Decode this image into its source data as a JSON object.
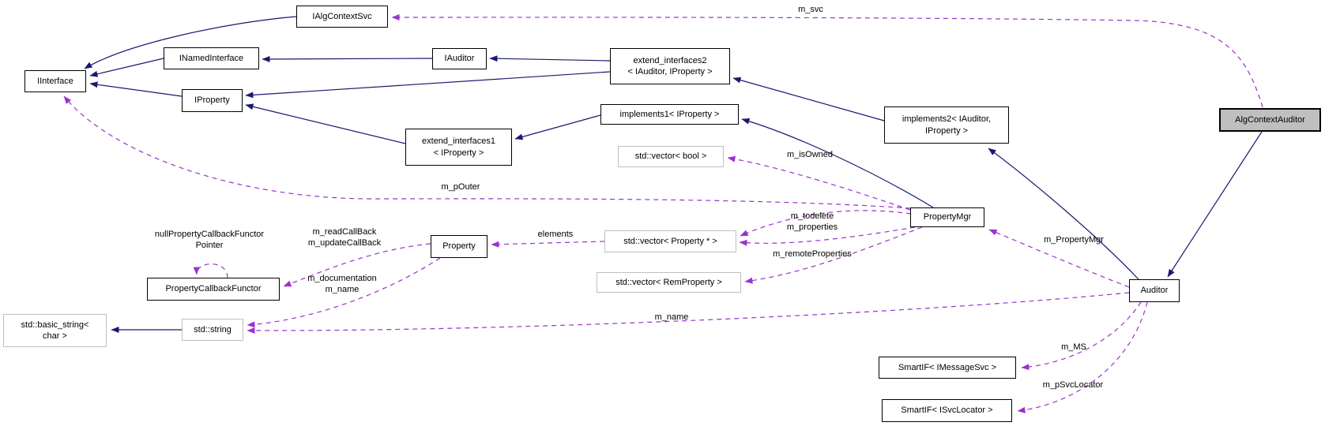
{
  "diagram": {
    "type": "class-collaboration-graph",
    "selected_class": "AlgContextAuditor",
    "colors": {
      "inheritance_edge": "#191970",
      "usage_edge": "#9a32cd",
      "node_border": "#000000",
      "external_node_border": "#bfbfbf",
      "selected_node_fill": "#bfbfbf",
      "node_fill": "#ffffff",
      "background": "#ffffff"
    },
    "nodes": [
      {
        "id": "iinterface",
        "label": "IInterface",
        "kind": "class"
      },
      {
        "id": "inamedinterface",
        "label": "INamedInterface",
        "kind": "class"
      },
      {
        "id": "ialgcontextsvc",
        "label": "IAlgContextSvc",
        "kind": "class"
      },
      {
        "id": "iauditor",
        "label": "IAuditor",
        "kind": "class"
      },
      {
        "id": "iproperty",
        "label": "IProperty",
        "kind": "class"
      },
      {
        "id": "extend-interfaces2",
        "label": "extend_interfaces2\n< IAuditor, IProperty >",
        "kind": "class"
      },
      {
        "id": "implements1",
        "label": "implements1< IProperty >",
        "kind": "class"
      },
      {
        "id": "extend-interfaces1",
        "label": "extend_interfaces1\n< IProperty >",
        "kind": "class"
      },
      {
        "id": "vector-bool",
        "label": "std::vector< bool >",
        "kind": "external"
      },
      {
        "id": "implements2",
        "label": "implements2< IAuditor,\nIProperty >",
        "kind": "class"
      },
      {
        "id": "algcontextauditor",
        "label": "AlgContextAuditor",
        "kind": "selected"
      },
      {
        "id": "propertymgr",
        "label": "PropertyMgr",
        "kind": "class"
      },
      {
        "id": "property",
        "label": "Property",
        "kind": "class"
      },
      {
        "id": "vector-property-ptr",
        "label": "std::vector< Property * >",
        "kind": "external"
      },
      {
        "id": "vector-remproperty",
        "label": "std::vector< RemProperty >",
        "kind": "external"
      },
      {
        "id": "propertycallbackfunctor",
        "label": "PropertyCallbackFunctor",
        "kind": "class"
      },
      {
        "id": "basic-string",
        "label": "std::basic_string<\nchar >",
        "kind": "external"
      },
      {
        "id": "std-string",
        "label": "std::string",
        "kind": "external"
      },
      {
        "id": "auditor",
        "label": "Auditor",
        "kind": "class"
      },
      {
        "id": "smartif-imessagesvc",
        "label": "SmartIF< IMessageSvc >",
        "kind": "class"
      },
      {
        "id": "smartif-isvclocator",
        "label": "SmartIF< ISvcLocator >",
        "kind": "class"
      }
    ],
    "edges": [
      {
        "id": "i1",
        "from": "ialgcontextsvc",
        "to": "iinterface",
        "relation": "inheritance",
        "label": ""
      },
      {
        "id": "i2",
        "from": "inamedinterface",
        "to": "iinterface",
        "relation": "inheritance",
        "label": ""
      },
      {
        "id": "i3",
        "from": "iproperty",
        "to": "iinterface",
        "relation": "inheritance",
        "label": ""
      },
      {
        "id": "i4",
        "from": "iauditor",
        "to": "inamedinterface",
        "relation": "inheritance",
        "label": ""
      },
      {
        "id": "i5",
        "from": "extend-interfaces2",
        "to": "iauditor",
        "relation": "inheritance",
        "label": ""
      },
      {
        "id": "i6",
        "from": "extend-interfaces2",
        "to": "iproperty",
        "relation": "inheritance",
        "label": ""
      },
      {
        "id": "i7",
        "from": "extend-interfaces1",
        "to": "iproperty",
        "relation": "inheritance",
        "label": ""
      },
      {
        "id": "i8",
        "from": "implements1",
        "to": "extend-interfaces1",
        "relation": "inheritance",
        "label": ""
      },
      {
        "id": "i9",
        "from": "implements2",
        "to": "extend-interfaces2",
        "relation": "inheritance",
        "label": ""
      },
      {
        "id": "i10",
        "from": "propertymgr",
        "to": "implements1",
        "relation": "inheritance",
        "label": ""
      },
      {
        "id": "i11",
        "from": "auditor",
        "to": "implements2",
        "relation": "inheritance",
        "label": ""
      },
      {
        "id": "i12",
        "from": "algcontextauditor",
        "to": "auditor",
        "relation": "inheritance",
        "label": ""
      },
      {
        "id": "i13",
        "from": "std-string",
        "to": "basic-string",
        "relation": "inheritance",
        "label": ""
      },
      {
        "id": "u1",
        "from": "algcontextauditor",
        "to": "ialgcontextsvc",
        "relation": "usage",
        "label": "m_svc"
      },
      {
        "id": "u2",
        "from": "propertymgr",
        "to": "iinterface",
        "relation": "usage",
        "label": "m_pOuter"
      },
      {
        "id": "u3",
        "from": "propertymgr",
        "to": "vector-bool",
        "relation": "usage",
        "label": "m_isOwned"
      },
      {
        "id": "u4a",
        "from": "propertymgr",
        "to": "vector-property-ptr",
        "relation": "usage",
        "label": "m_todelete\nm_properties"
      },
      {
        "id": "u4b",
        "from": "propertymgr",
        "to": "vector-property-ptr",
        "relation": "usage",
        "label": ""
      },
      {
        "id": "u5",
        "from": "propertymgr",
        "to": "vector-remproperty",
        "relation": "usage",
        "label": "m_remoteProperties"
      },
      {
        "id": "u6",
        "from": "vector-property-ptr",
        "to": "property",
        "relation": "usage",
        "label": "elements"
      },
      {
        "id": "u7",
        "from": "property",
        "to": "propertycallbackfunctor",
        "relation": "usage",
        "label": "m_readCallBack\nm_updateCallBack"
      },
      {
        "id": "u8",
        "from": "propertycallbackfunctor",
        "to": "propertycallbackfunctor",
        "relation": "usage",
        "label": "nullPropertyCallbackFunctor\nPointer"
      },
      {
        "id": "u9",
        "from": "property",
        "to": "std-string",
        "relation": "usage",
        "label": "m_documentation\nm_name"
      },
      {
        "id": "u10",
        "from": "auditor",
        "to": "std-string",
        "relation": "usage",
        "label": "m_name"
      },
      {
        "id": "u11",
        "from": "auditor",
        "to": "propertymgr",
        "relation": "usage",
        "label": "m_PropertyMgr"
      },
      {
        "id": "u12",
        "from": "auditor",
        "to": "smartif-imessagesvc",
        "relation": "usage",
        "label": "m_MS"
      },
      {
        "id": "u13",
        "from": "auditor",
        "to": "smartif-isvclocator",
        "relation": "usage",
        "label": "m_pSvcLocator"
      }
    ]
  }
}
